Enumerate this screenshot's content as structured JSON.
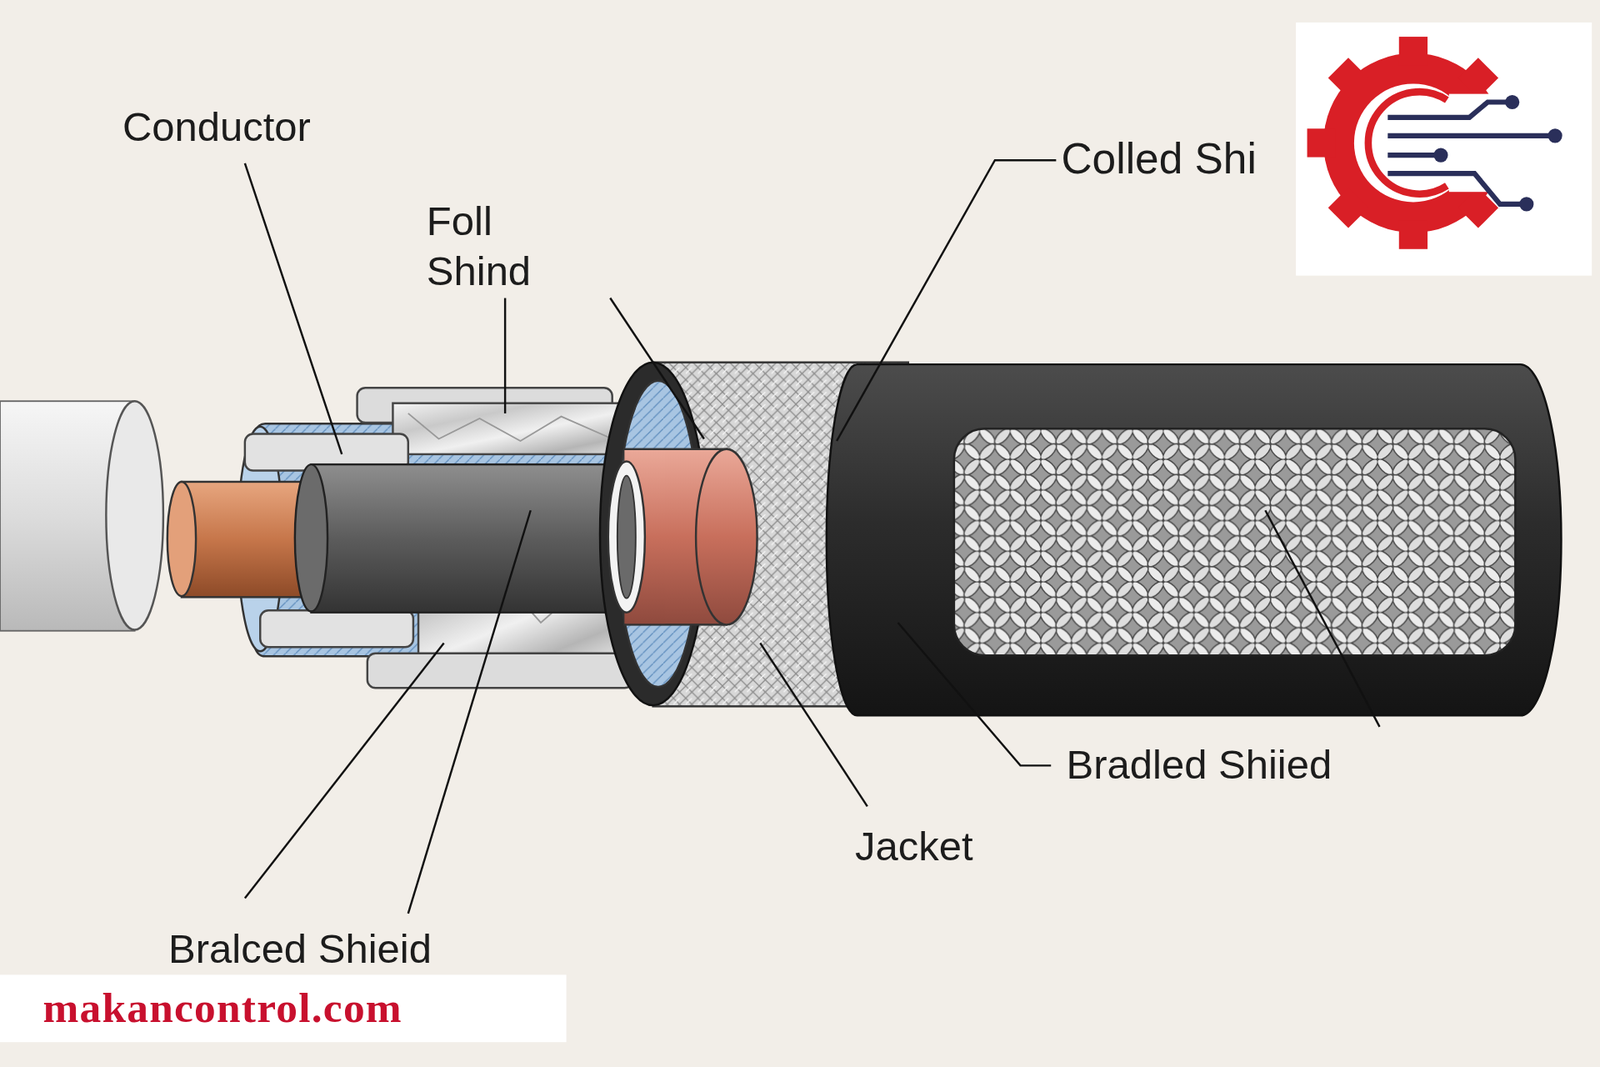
{
  "diagram": {
    "labels": [
      "Conductor",
      "Foll Shind",
      "Colled Shi",
      "Bradled Shiied",
      "Jacket",
      "Bralced Shieid",
      "makancontrol.com"
    ]
  }
}
